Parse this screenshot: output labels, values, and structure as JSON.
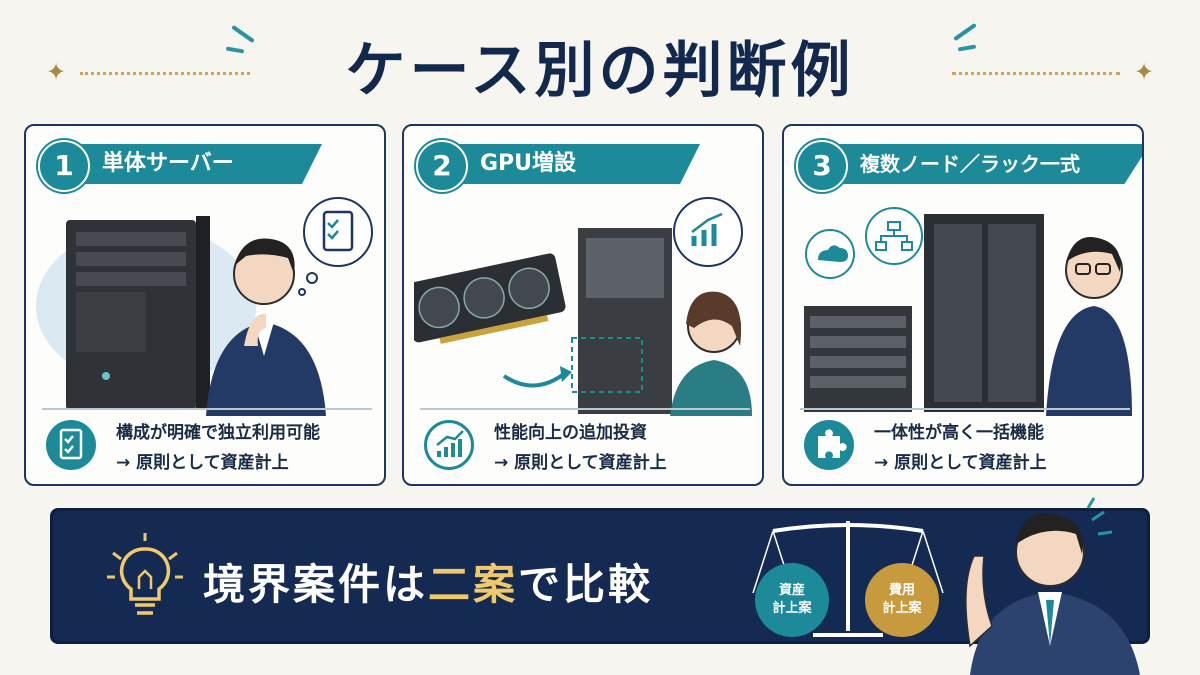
{
  "title": "ケース別の判断例",
  "cards": [
    {
      "number": "1",
      "heading": "単体サーバー",
      "line1": "構成が明確で独立利用可能",
      "line2": "→ 原則として資産計上",
      "icon": "clipboard-check-icon"
    },
    {
      "number": "2",
      "heading": "GPU増設",
      "line1": "性能向上の追加投資",
      "line2": "→ 原則として資産計上",
      "icon": "growth-chart-icon"
    },
    {
      "number": "3",
      "heading": "複数ノード／ラック一式",
      "line1": "一体性が高く一括機能",
      "line2": "→ 原則として資産計上",
      "icon": "puzzle-icon"
    }
  ],
  "bottom": {
    "text_before": "境界案件は",
    "text_highlight": "二案",
    "text_after": "で比較",
    "left_pan": "資産\n計上案",
    "right_pan": "費用\n計上案",
    "left_pan_l1": "資産",
    "left_pan_l2": "計上案",
    "right_pan_l1": "費用",
    "right_pan_l2": "計上案"
  },
  "colors": {
    "teal": "#1d8a99",
    "navy": "#142a52",
    "gold": "#f0c96a"
  }
}
